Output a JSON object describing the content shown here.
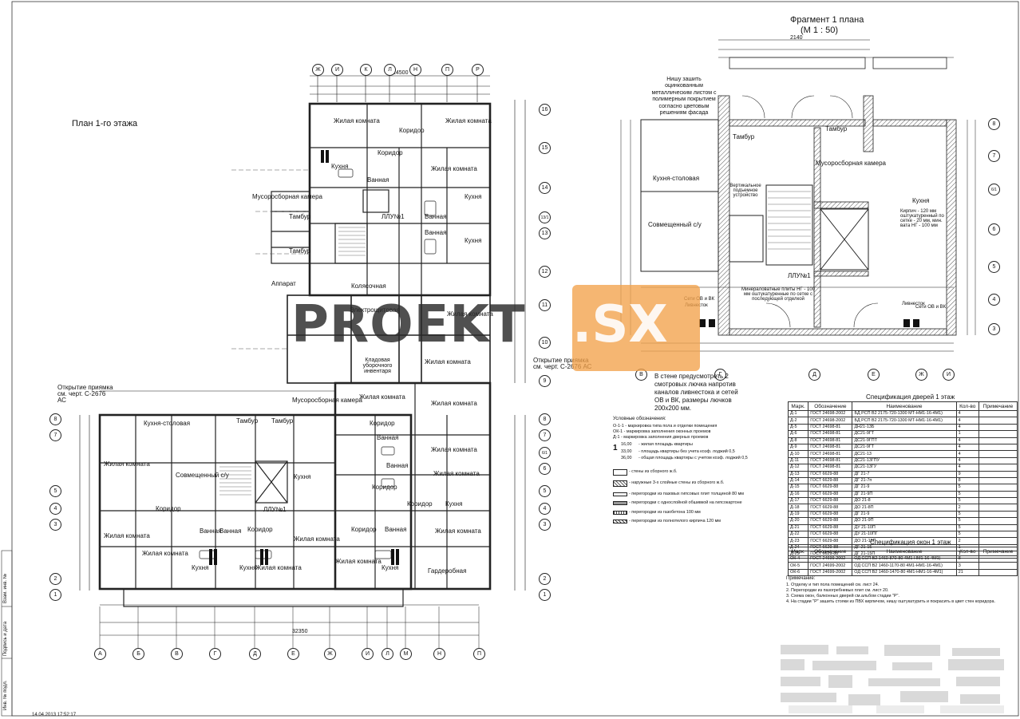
{
  "titles": {
    "plan": "План 1-го этажа",
    "fragment": "Фрагмент 1 плана",
    "fragment_scale": "(М 1 : 50)"
  },
  "axes_letters_top": [
    "Ж",
    "И",
    "К",
    "Л",
    "Н",
    "П",
    "Р"
  ],
  "axes_letters_bottom": [
    "А",
    "Б",
    "В",
    "Г",
    "Д",
    "Е",
    "Ж",
    "И",
    "Л",
    "М",
    "Н",
    "П"
  ],
  "axes_numbers_right": [
    "16",
    "15",
    "14",
    "13/1",
    "13",
    "12",
    "11",
    "10",
    "9"
  ],
  "axes_numbers_lower": [
    "8",
    "7",
    "6/1",
    "6",
    "5",
    "4",
    "3",
    "2",
    "1"
  ],
  "fragment_axes_bottom": [
    "В",
    "Г",
    "Д",
    "Е",
    "Ж",
    "И"
  ],
  "fragment_axes_right": [
    "8",
    "7",
    "6/1",
    "6",
    "5",
    "4",
    "3"
  ],
  "dims": {
    "top_total": "14500",
    "bottom_total": "32350",
    "frag_top": "2140"
  },
  "rooms": {
    "living": "Жилая комната",
    "corridor": "Коридор",
    "kitchen": "Кухня",
    "bath": "Ванная",
    "vestibule": "Тамбур",
    "garbage": "Мусоросборная камера",
    "kitchen_dining": "Кухня-столовая",
    "combined_wc": "Совмещенный с/у",
    "elec": "Электрощитовая",
    "cleaning": "Кладовая уборочного инвентаря",
    "hall": "Колясочная",
    "lobby": "Гардеробная",
    "llu": "ЛЛУ№1",
    "appart": "Аппарат"
  },
  "notes": {
    "pit1": "Открытие приямка см. черт. С-2676 АС",
    "pit2": "Открытие приямка см. черт. С-2676 АС",
    "wall_note": "В стене предусмотреть 2 смотровых лючка напротив каналов ливнестока и сетей ОВ и ВК, размеры лючков 200х200 мм.",
    "niche": "Нишу зашить оцинкованным металлическим листом с полимерным покрытием согласно цветовым решениям фасада",
    "vert_device": "Вертикальное подъемное устройство",
    "mineral": "Минераловатные плиты НГ - 100 мм оштукатуренные по сетке с последующей отделкой",
    "brick": "Кирпич - 120 мм оштукатуренный по сетке - 20 мм, мин. вата НГ - 100 мм",
    "ov_vk": "Сети ОВ и ВК",
    "drain": "Ливнесток"
  },
  "legend": {
    "title": "Условные обозначения:",
    "rows": [
      "О-1-1 - маркировка типа пола и отделки помещения",
      "ОК-1 - маркировка заполнения оконных проемов",
      "Д-1 - маркировка заполнения дверных проемов",
      "- жилая площадь квартиры",
      "- площадь квартиры без учета коэф. лоджий 0,5",
      "- общая площадь квартиры с учетом коэф. лоджий 0,5",
      "- стены из сборного ж.б.",
      "- наружные 3-х слойные стены из сборного ж.б.",
      "- перегородки из пазовых гипсовых плит толщиной 80 мм",
      "- перегородки с однослойной обшивкой на гипсокартоне",
      "- перегородки из газобетона 100 мм",
      "- перегородки из полнотелого кирпича 120 мм"
    ],
    "sample_num": "1",
    "sample_a": "16,00",
    "sample_b": "33,00",
    "sample_c": "36,00"
  },
  "door_spec": {
    "title": "Спецификация дверей 1 этаж",
    "headers": [
      "Марк.",
      "Обозначение",
      "Наименование",
      "Кол-во",
      "Примечание"
    ],
    "rows": [
      [
        "Д-1",
        "ГОСТ 24698-2002",
        "БД РСП В2 2175-720-1300 МТ-НМ1-16-4М1)",
        "4",
        ""
      ],
      [
        "Д-2",
        "ГОСТ 24698-2002",
        "БД РСП В2 2175-720-1300 МТ-НМ1-16-4М1)",
        "4",
        ""
      ],
      [
        "Д-5",
        "ГОСТ 24698-81",
        "ДН21-13Б",
        "4",
        ""
      ],
      [
        "Д-6",
        "ГОСТ 24698-81",
        "ДС21-9ГТ",
        "1",
        ""
      ],
      [
        "Д-8",
        "ГОСТ 24698-81",
        "ДС21-9ГПТ",
        "4",
        ""
      ],
      [
        "Д-9",
        "ГОСТ 24698-81",
        "ДС21-9ГТ",
        "4",
        ""
      ],
      [
        "Д-10",
        "ГОСТ 24698-81",
        "ДС21-13",
        "4",
        ""
      ],
      [
        "Д-11",
        "ГОСТ 24698-81",
        "ДС21-13ГПУ",
        "4",
        ""
      ],
      [
        "Д-12",
        "ГОСТ 24698-81",
        "ДС21-13ГУ",
        "4",
        ""
      ],
      [
        "Д-13",
        "ГОСТ 6629-88",
        "ДГ 21-7",
        "9",
        ""
      ],
      [
        "Д-14",
        "ГОСТ 6629-88",
        "ДГ 21-7п",
        "8",
        ""
      ],
      [
        "Д-15",
        "ГОСТ 6629-88",
        "ДГ 21-9",
        "5",
        ""
      ],
      [
        "Д-16",
        "ГОСТ 6629-88",
        "ДГ 21-9П",
        "5",
        ""
      ],
      [
        "Д-17",
        "ГОСТ 6629-88",
        "ДО 21-8",
        "5",
        ""
      ],
      [
        "Д-18",
        "ГОСТ 6629-88",
        "ДО 21-8П",
        "2",
        ""
      ],
      [
        "Д-19",
        "ГОСТ 6629-88",
        "ДГ 21-9",
        "5",
        ""
      ],
      [
        "Д-20",
        "ГОСТ 6629-88",
        "ДО 21-9П",
        "5",
        ""
      ],
      [
        "Д-21",
        "ГОСТ 6629-88",
        "ДУ 21-10П",
        "5",
        ""
      ],
      [
        "Д-22",
        "ГОСТ 6629-88",
        "ДУ 21-10ПГ",
        "5",
        ""
      ],
      [
        "Д-23",
        "ГОСТ 6629-88",
        "ДО 21-15П",
        "2",
        ""
      ],
      [
        "Д-24",
        "ГОСТ 6629-88",
        "ДГ 21-15",
        "1",
        ""
      ],
      [
        "Д-25",
        "ГОСТ 6629-88",
        "ДГ 21-15П",
        "1",
        ""
      ]
    ]
  },
  "window_spec": {
    "title": "Спецификация окон 1 этаж",
    "headers": [
      "Марк.",
      "Обозначение",
      "Наименование",
      "Кол-во",
      "Примечание"
    ],
    "rows": [
      [
        "ОК-4",
        "ГОСТ 24699-2002",
        "ОД ССП В2 1460-870-80 4М1-НМ1-16-4М1)",
        "8",
        ""
      ],
      [
        "ОК-5",
        "ГОСТ 24699-2002",
        "ОД ССП В2 1460-1170-80 4М1-НМ1-16-4М1)",
        "3",
        ""
      ],
      [
        "ОК-6",
        "ГОСТ 24699-2002",
        "ОД ССП В2 1460-1470-80 4М1-НМ1-16-4М1)",
        "21",
        ""
      ]
    ]
  },
  "notes_block": {
    "title": "Примечание:",
    "items": [
      "1. Отделку и тип пола помещений см. лист 24.",
      "2. Перегородки из пазогребневых плит см. лист 20.",
      "3. Схема окон, балконных дверей см.альбом стадии \"Р\".",
      "4. На стадии \"Р\" зашить стояки из ПВХ кирпичом, нишу оштукатурить и покрасить в цвет стен коридора."
    ]
  },
  "watermark": {
    "word1": "PROEKT",
    "word2": ".SX"
  },
  "side_stamp": [
    "Инв. № подл.",
    "Подпись и дата",
    "Взам. инв. №"
  ],
  "bottom_stamp": "14.04.2013 17:52:17",
  "colors": {
    "ink": "#1a1a1a",
    "watermark": "#f2a24a",
    "wall": "#8a8a8a"
  }
}
